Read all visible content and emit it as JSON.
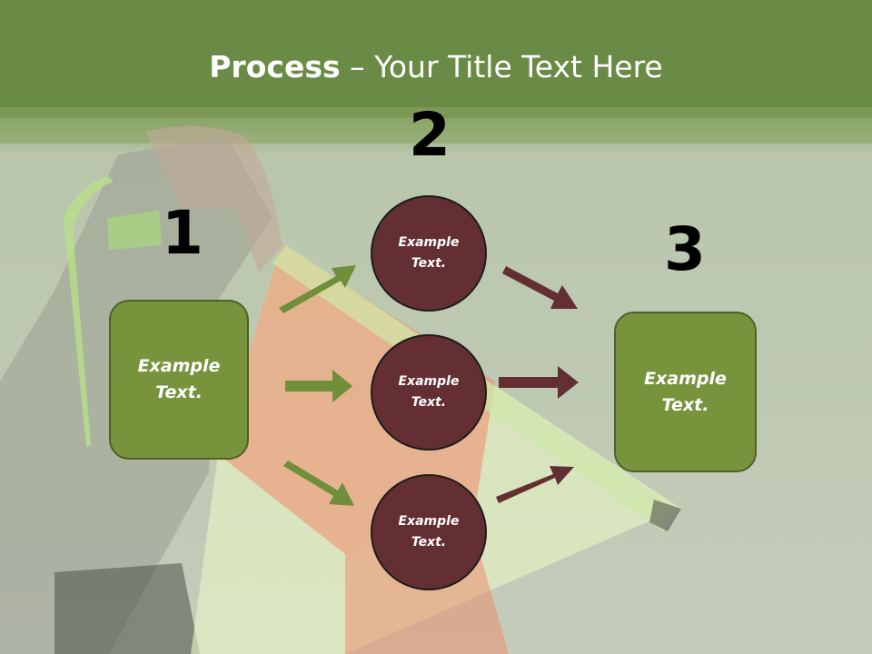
{
  "title": {
    "bold": "Process",
    "rest": " – Your Title Text Here"
  },
  "steps": {
    "one": {
      "number": "1",
      "text_line1": "Example",
      "text_line2": "Text."
    },
    "two": {
      "number": "2"
    },
    "three": {
      "number": "3",
      "text_line1": "Example",
      "text_line2": "Text."
    }
  },
  "circles": [
    {
      "line1": "Example",
      "line2": "Text."
    },
    {
      "line1": "Example",
      "line2": "Text."
    },
    {
      "line1": "Example",
      "line2": "Text."
    }
  ],
  "colors": {
    "box_fill": "#77933c",
    "circle_fill": "#632f33",
    "green_arrow": "#6f8f3a",
    "red_arrow": "#632f33"
  }
}
